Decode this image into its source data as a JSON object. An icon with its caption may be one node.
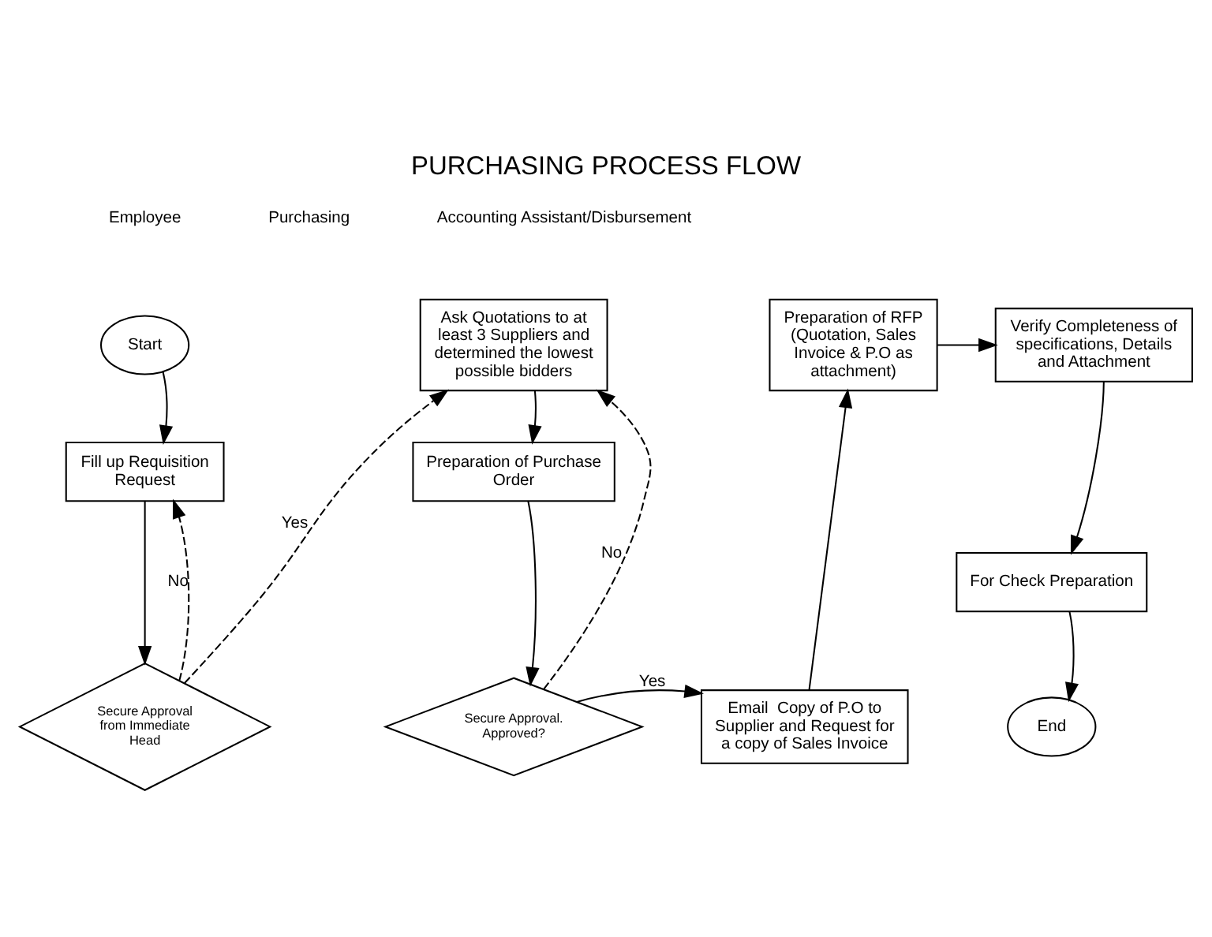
{
  "diagram": {
    "title": "PURCHASING PROCESS FLOW",
    "nodes": [
      {
        "text": [
          "Start"
        ]
      },
      {
        "text": [
          "Fill up Requisition Request"
        ]
      },
      {
        "text": [
          "Secure Approval from Immediate Head"
        ]
      },
      {
        "text": [
          "Ask Quotations to at least 3 Suppliers and determined the lowest possible bidders"
        ]
      },
      {
        "text": [
          "Preparation of Purchase Order"
        ]
      },
      {
        "text": [
          "Secure Approval. Approved?"
        ]
      },
      {
        "text": [
          "Email  Copy of P.O to Supplier and Request for a copy of Sales Invoice"
        ]
      },
      {
        "text": [
          "Preparation of RFP (Quotation, Sales Invoice & P.O as attachment)"
        ]
      },
      {
        "text": [
          "Verify Completeness of specifications, Details and Attachment"
        ]
      },
      {
        "text": [
          "For Check Preparation"
        ]
      },
      {
        "text": [
          "End"
        ]
      }
    ],
    "edges": [
      {
        "from": 0,
        "to": 1,
        "arrow": "to"
      },
      {
        "from": 1,
        "to": 2,
        "arrow": "to"
      },
      {
        "from": 2,
        "to": 1,
        "arrow": "to",
        "label": "No",
        "style": "dashed"
      },
      {
        "from": 2,
        "to": 3,
        "arrow": "to",
        "label": "Yes",
        "style": "dashed"
      },
      {
        "from": 5,
        "to": 3,
        "arrow": "to",
        "label": "No",
        "style": "dashed"
      },
      {
        "from": 3,
        "to": 4,
        "arrow": "to"
      },
      {
        "from": 4,
        "to": 5,
        "arrow": "to"
      },
      {
        "from": 5,
        "to": 6,
        "arrow": "to",
        "label": "Yes"
      },
      {
        "from": 6,
        "to": 7,
        "arrow": "to"
      },
      {
        "from": 7,
        "to": 8,
        "arrow": "to"
      },
      {
        "from": 8,
        "to": 9,
        "arrow": "to"
      },
      {
        "from": 9,
        "to": 10,
        "arrow": "to"
      }
    ],
    "labels": [
      "Employee",
      "Purchasing",
      "Accounting Assistant/Disbursement"
    ]
  }
}
